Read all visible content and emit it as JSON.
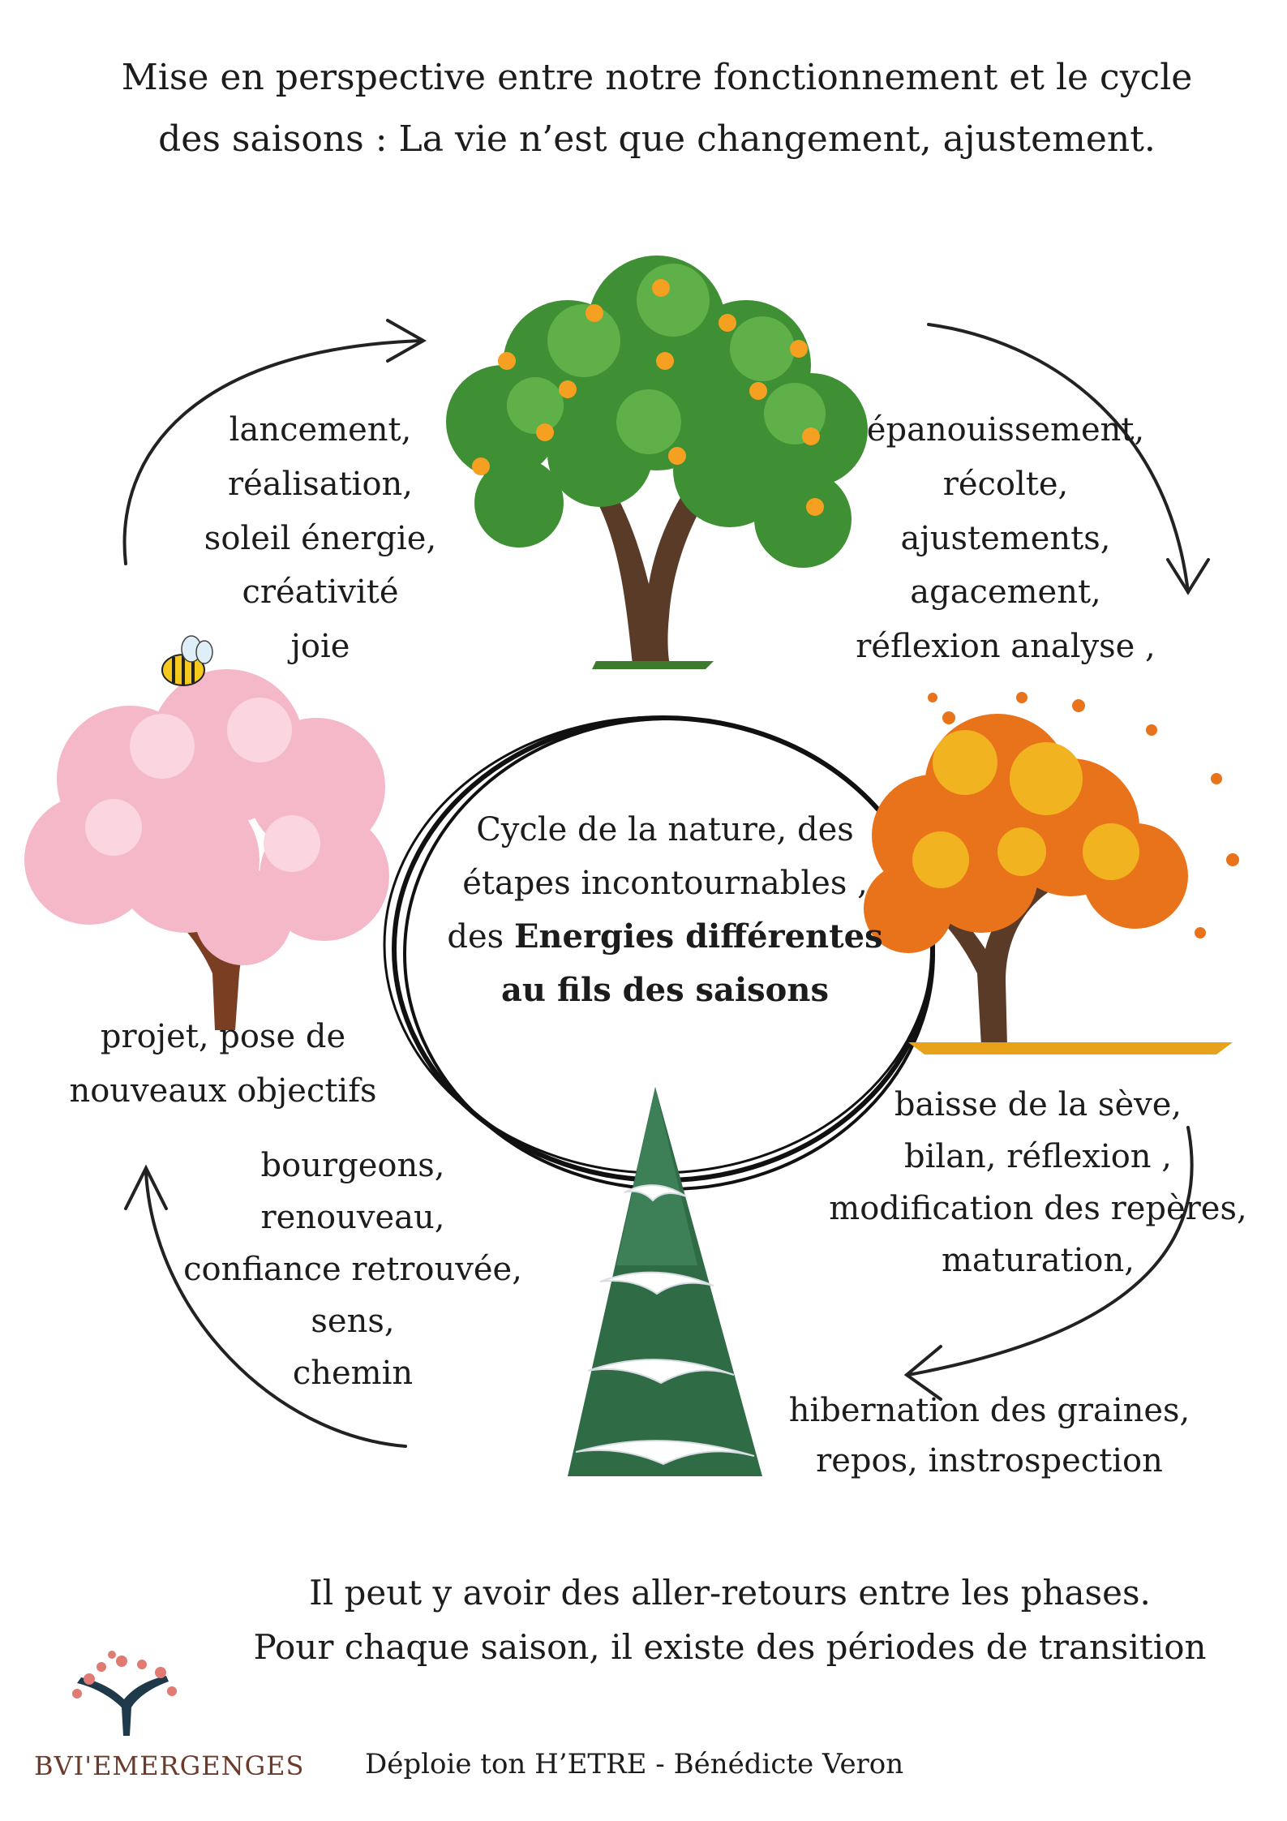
{
  "header": {
    "title_lines": [
      "Mise en perspective entre notre fonctionnement et le cycle",
      "des saisons : La vie n’est que changement, ajustement."
    ]
  },
  "center": {
    "line1": "Cycle de la nature, des",
    "line2": "étapes incontournables ,",
    "line3_prefix": "des ",
    "line3_bold": "Energies différentes",
    "line4_bold": "au fils  des saisons"
  },
  "seasons": {
    "summer_left": [
      "lancement,",
      "réalisation,",
      "soleil énergie,",
      "créativité",
      "joie"
    ],
    "summer_right": [
      "épanouissement,",
      "récolte,",
      "ajustements,",
      "agacement,",
      "réflexion analyse ,"
    ],
    "autumn": [
      "baisse de la sève,",
      "bilan, réflexion ,",
      "modification des repères,",
      "maturation,"
    ],
    "winter": [
      "hibernation des graines,",
      "repos, instrospection"
    ],
    "spring_top": [
      "projet, pose de",
      "nouveaux objectifs"
    ],
    "spring_bottom": [
      "bourgeons,",
      "renouveau,",
      "confiance retrouvée,",
      "sens,",
      "chemin"
    ]
  },
  "note_lines": [
    "Il peut y avoir des aller-retours entre les phases.",
    "Pour chaque saison, il existe des périodes de transition"
  ],
  "brand": "BVI'EMERGENGES",
  "footer": "Déploie ton H’ETRE - Bénédicte Veron",
  "colors": {
    "summer_leaf": "#3f8f35",
    "fruit": "#f5a020",
    "autumn_leaf": "#e8731a",
    "autumn_yellow": "#f2b321",
    "blossom": "#f4b8c8",
    "winter_green": "#2f6b45",
    "trunk": "#5a3b28",
    "ink": "#1c1c1c"
  }
}
